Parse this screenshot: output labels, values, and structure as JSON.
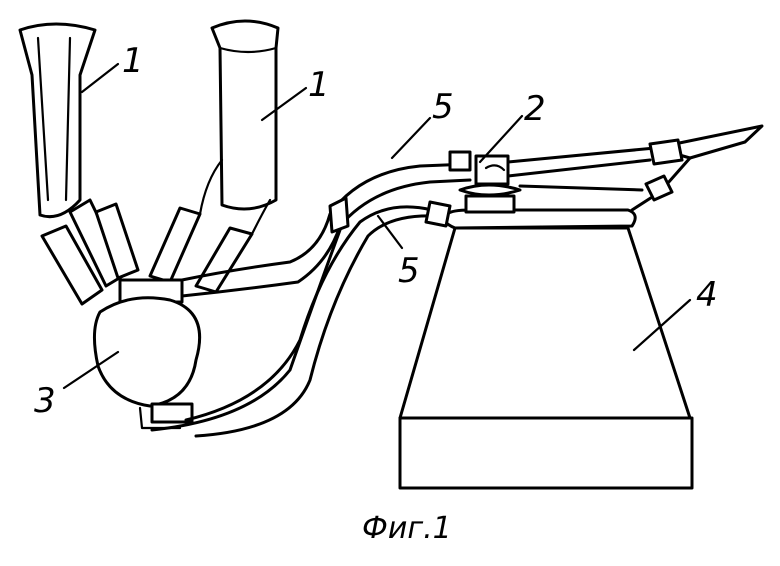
{
  "labels": {
    "teatcup_left": "1",
    "teatcup_right": "1",
    "pulsator": "2",
    "collector": "3",
    "bucket": "4",
    "hose_upper": "5",
    "hose_lower": "5"
  },
  "caption": "Фиг.1"
}
